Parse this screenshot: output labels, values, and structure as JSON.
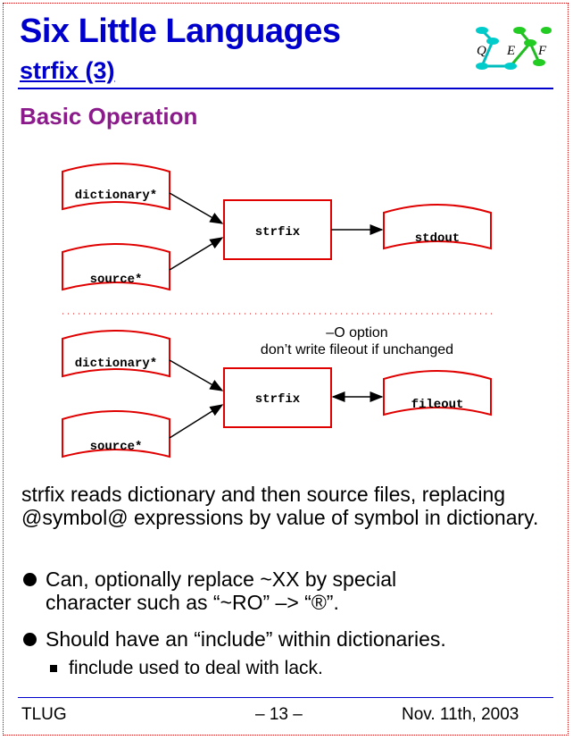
{
  "title": "Six Little Languages",
  "subtitle": "strfix (3)",
  "logo": {
    "letters": [
      "Q",
      "E",
      "F"
    ]
  },
  "section_heading": "Basic Operation",
  "diagram": {
    "top": {
      "inputs": [
        "dictionary*",
        "source*"
      ],
      "process": "strfix",
      "output": "stdout"
    },
    "bottom": {
      "note_line1": "–O option",
      "note_line2": "don’t write fileout if unchanged",
      "inputs": [
        "dictionary*",
        "source*"
      ],
      "process": "strfix",
      "output": "fileout"
    }
  },
  "paragraph": "strfix reads dictionary and then source files, replacing @symbol@ expressions by value of symbol in dictionary.",
  "bullets": [
    {
      "line1": "Can, optionally replace ~XX by special",
      "line2": "character such as “~RO” –> “®”."
    },
    {
      "line1": "Should have an “include” within dictionaries."
    }
  ],
  "sub_bullets": [
    "finclude used to deal with lack."
  ],
  "footer": {
    "left": "TLUG",
    "center": "– 13 –",
    "right": "Nov. 11th, 2003"
  }
}
